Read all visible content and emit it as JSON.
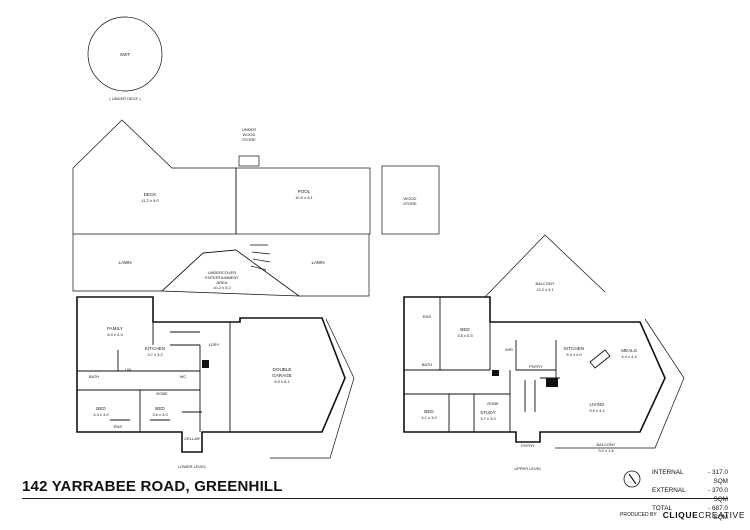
{
  "title": "142 YARRABEE ROAD, GREENHILL",
  "areas": [
    {
      "label": "INTERNAL",
      "value": "- 317.0 SQM"
    },
    {
      "label": "EXTERNAL",
      "value": "- 370.0 SQM"
    },
    {
      "label": "TOTAL",
      "value": "- 687.0 SQM"
    }
  ],
  "credit": {
    "produced_by": "PRODUCED BY",
    "brand_a": "CLIQUE",
    "brand_b": "CREATIVE"
  },
  "site": {
    "swt": "SWT",
    "under_deck": "( UNDER DECK )",
    "under_wood_store": [
      "UNDER",
      "WOOD",
      "STORE"
    ],
    "deck": [
      "DECK",
      "11.2 x 9.0"
    ],
    "pool": [
      "POOL",
      "10.0 x 5.1"
    ],
    "wood_store": [
      "WOOD",
      "STORE"
    ],
    "lawn_left": "LAWN",
    "lawn_right": "LAWN",
    "undercover": [
      "UNDERCOVER",
      "ENTERTAINMENT",
      "AREA",
      "10.2 x 5.2"
    ]
  },
  "lower": {
    "family": [
      "FAMILY",
      "6.0 x 4.9"
    ],
    "kitchen": [
      "KITCHEN",
      "3.7 x 3.2"
    ],
    "ldry": "LDRY",
    "bath": "BATH",
    "wc": "WC",
    "linen": "LIN",
    "robe": "ROBE",
    "bed1": [
      "BED",
      "4.3 x 3.0"
    ],
    "bed2": [
      "BED",
      "3.6 x 3.0"
    ],
    "ens": "ENS",
    "cellar": "CELLAR",
    "garage": [
      "DOUBLE",
      "GARAGE",
      "6.9 x 8.1"
    ],
    "level": "LOWER LEVEL"
  },
  "upper": {
    "balcony_top": [
      "BALCONY",
      "13.2 x 4.1"
    ],
    "ens": "ENS",
    "bed_main": [
      "BED",
      "3.8 x 5.5"
    ],
    "wir": "WIR",
    "kitchen": [
      "KITCHEN",
      "5.4 x 4.0"
    ],
    "meals": [
      "MEALS",
      "4.4 x 4.4"
    ],
    "pantry": "PNTRY",
    "bath": "BATH",
    "bed_left": [
      "BED",
      "4.1 x 3.0"
    ],
    "study": [
      "STUDY",
      "3.7 x 3.0"
    ],
    "robe": "ROBE",
    "living": [
      "LIVING",
      "9.5 x 4.1"
    ],
    "balcony_bottom": [
      "BALCONY",
      "9.0 x 1.6"
    ],
    "entry": "ENTRY",
    "level": "UPPER LEVEL"
  }
}
